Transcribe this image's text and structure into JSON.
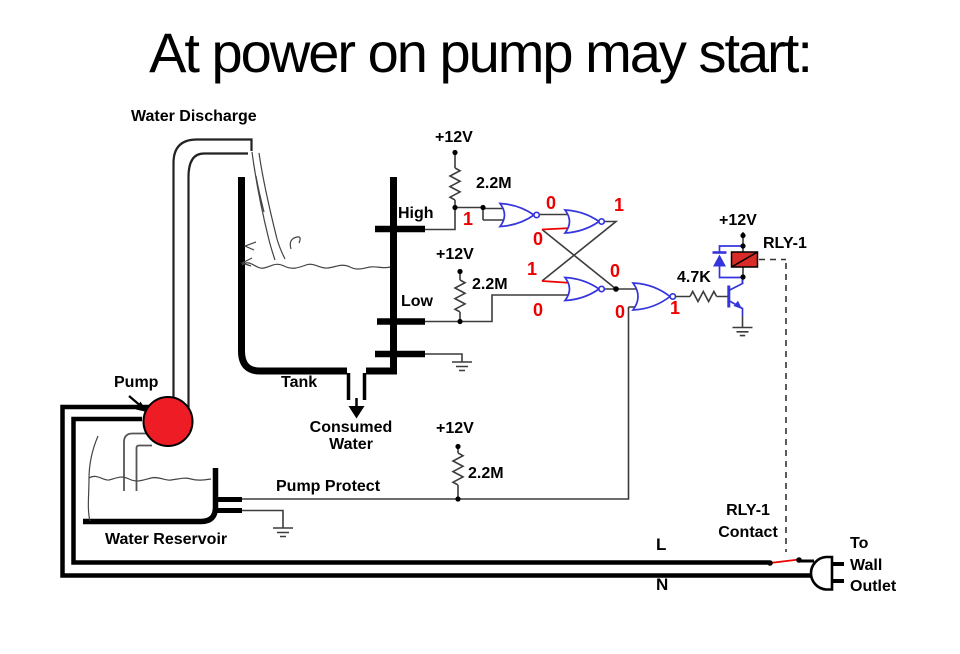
{
  "title": "At power on pump may start:",
  "labels": {
    "water_discharge": "Water Discharge",
    "high": "High",
    "low": "Low",
    "tank": "Tank",
    "consumed_1": "Consumed",
    "consumed_2": "Water",
    "pump": "Pump",
    "pump_protect": "Pump Protect",
    "water_reservoir": "Water Reservoir",
    "supply_top": "+12V",
    "supply_mid": "+12V",
    "supply_bottom": "+12V",
    "supply_relay": "+12V",
    "r_top": "2.2M",
    "r_mid": "2.2M",
    "r_bottom": "2.2M",
    "r_base": "4.7K",
    "relay": "RLY-1",
    "relay_contact_1": "RLY-1",
    "relay_contact_2": "Contact",
    "line_l": "L",
    "line_n": "N",
    "outlet_1": "To",
    "outlet_2": "Wall",
    "outlet_3": "Outlet"
  },
  "logic_states": {
    "high_input": "1",
    "inverter_out": "0",
    "latch_top_out": "1",
    "latch_top_in2": "0",
    "latch_bottom_in1": "1",
    "latch_bottom_in2": "0",
    "latch_bottom_out": "0",
    "driver_in2": "0",
    "driver_out": "1"
  },
  "colors": {
    "wire": "#3c3c3c",
    "gate-blue": "#3535dd",
    "state-red": "#ee0000",
    "pump-red": "#ee1c24",
    "relay-red": "#d92b27"
  }
}
